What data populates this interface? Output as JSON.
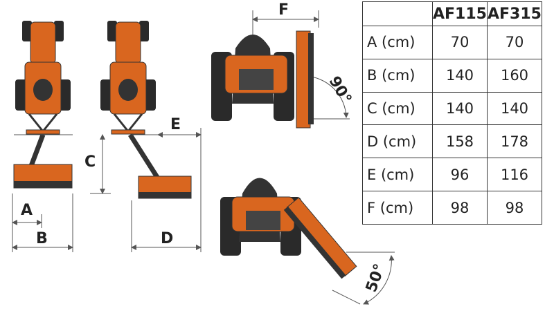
{
  "labels": {
    "a": "A",
    "b": "B",
    "c": "C",
    "d": "D",
    "e": "E",
    "f": "F",
    "angle_up": "90°",
    "angle_down": "50°"
  },
  "colors": {
    "orange": "#d9661f",
    "dark": "#2a2a2a",
    "line": "#555555"
  },
  "table": {
    "headers": [
      "",
      "AF115",
      "AF315"
    ],
    "rows": [
      [
        "A (cm)",
        "70",
        "70"
      ],
      [
        "B (cm)",
        "140",
        "160"
      ],
      [
        "C (cm)",
        "140",
        "140"
      ],
      [
        "D (cm)",
        "158",
        "178"
      ],
      [
        "E (cm)",
        "96",
        "116"
      ],
      [
        "F (cm)",
        "98",
        "98"
      ]
    ]
  }
}
